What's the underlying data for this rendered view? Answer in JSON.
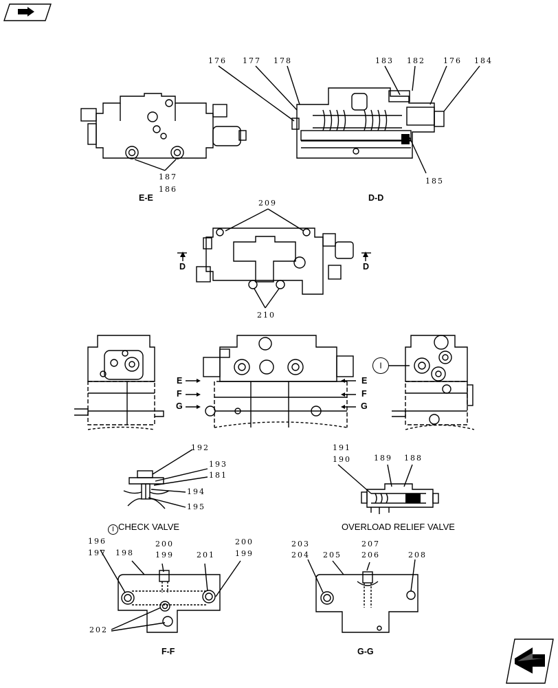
{
  "nav": {
    "prev_icon": "back-arrow-icon",
    "next_icon": "forward-arrow-icon"
  },
  "views": {
    "ee": {
      "caption": "E-E",
      "labels": [
        "187",
        "186"
      ]
    },
    "dd": {
      "caption": "D-D",
      "labels": [
        "176",
        "177",
        "178",
        "183",
        "182",
        "176",
        "184",
        "185"
      ]
    },
    "top": {
      "labels_top": [
        "209"
      ],
      "labels_bottom": [
        "210"
      ],
      "section_marker": "D"
    },
    "front": {
      "markers": [
        "E",
        "F",
        "G"
      ],
      "detail_marker": "I"
    },
    "check_valve": {
      "title": "CHECK VALVE",
      "detail_marker": "I",
      "labels": [
        "192",
        "193",
        "181",
        "194",
        "195"
      ]
    },
    "overload": {
      "title": "OVERLOAD RELIEF VALVE",
      "labels": [
        "191",
        "190",
        "189",
        "188"
      ]
    },
    "ff": {
      "caption": "F-F",
      "labels": [
        "196",
        "197",
        "198",
        "200",
        "199",
        "201",
        "200",
        "199",
        "202"
      ]
    },
    "gg": {
      "caption": "G-G",
      "labels": [
        "203",
        "204",
        "205",
        "207",
        "206",
        "208"
      ]
    }
  }
}
